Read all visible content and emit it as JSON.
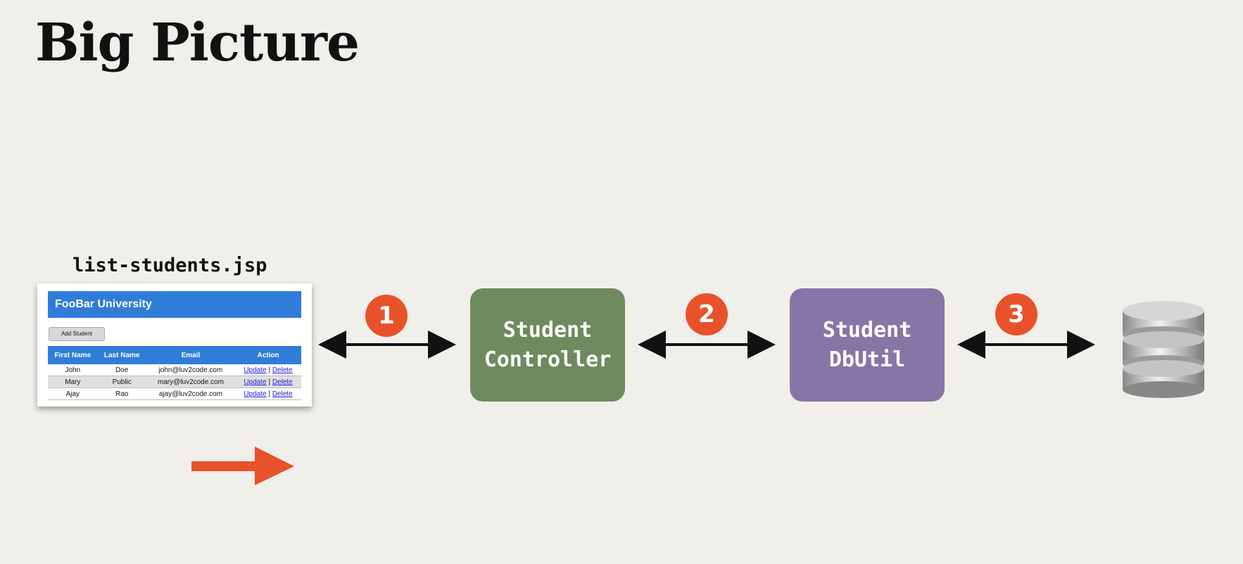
{
  "slide": {
    "title": "Big Picture"
  },
  "jsp": {
    "filename": "list-students.jsp",
    "header": "FooBar University",
    "add_button": "Add Student",
    "columns": [
      "First Name",
      "Last Name",
      "Email",
      "Action"
    ],
    "rows": [
      {
        "first": "John",
        "last": "Doe",
        "email": "john@luv2code.com",
        "update": "Update",
        "sep": "|",
        "delete": "Delete"
      },
      {
        "first": "Mary",
        "last": "Public",
        "email": "mary@luv2code.com",
        "update": "Update",
        "sep": "|",
        "delete": "Delete"
      },
      {
        "first": "Ajay",
        "last": "Rao",
        "email": "ajay@luv2code.com",
        "update": "Update",
        "sep": "|",
        "delete": "Delete"
      }
    ]
  },
  "nodes": {
    "controller": {
      "line1": "Student",
      "line2": "Controller",
      "color": "#6f8a5e"
    },
    "dbutil": {
      "line1": "Student",
      "line2": "DbUtil",
      "color": "#8676a8"
    }
  },
  "steps": [
    "1",
    "2",
    "3"
  ],
  "colors": {
    "accent": "#e8522a",
    "background": "#f1efea",
    "jsp_blue": "#2f7dd9"
  },
  "icons": {
    "database": "database-icon",
    "pointer": "arrow-right-icon"
  }
}
